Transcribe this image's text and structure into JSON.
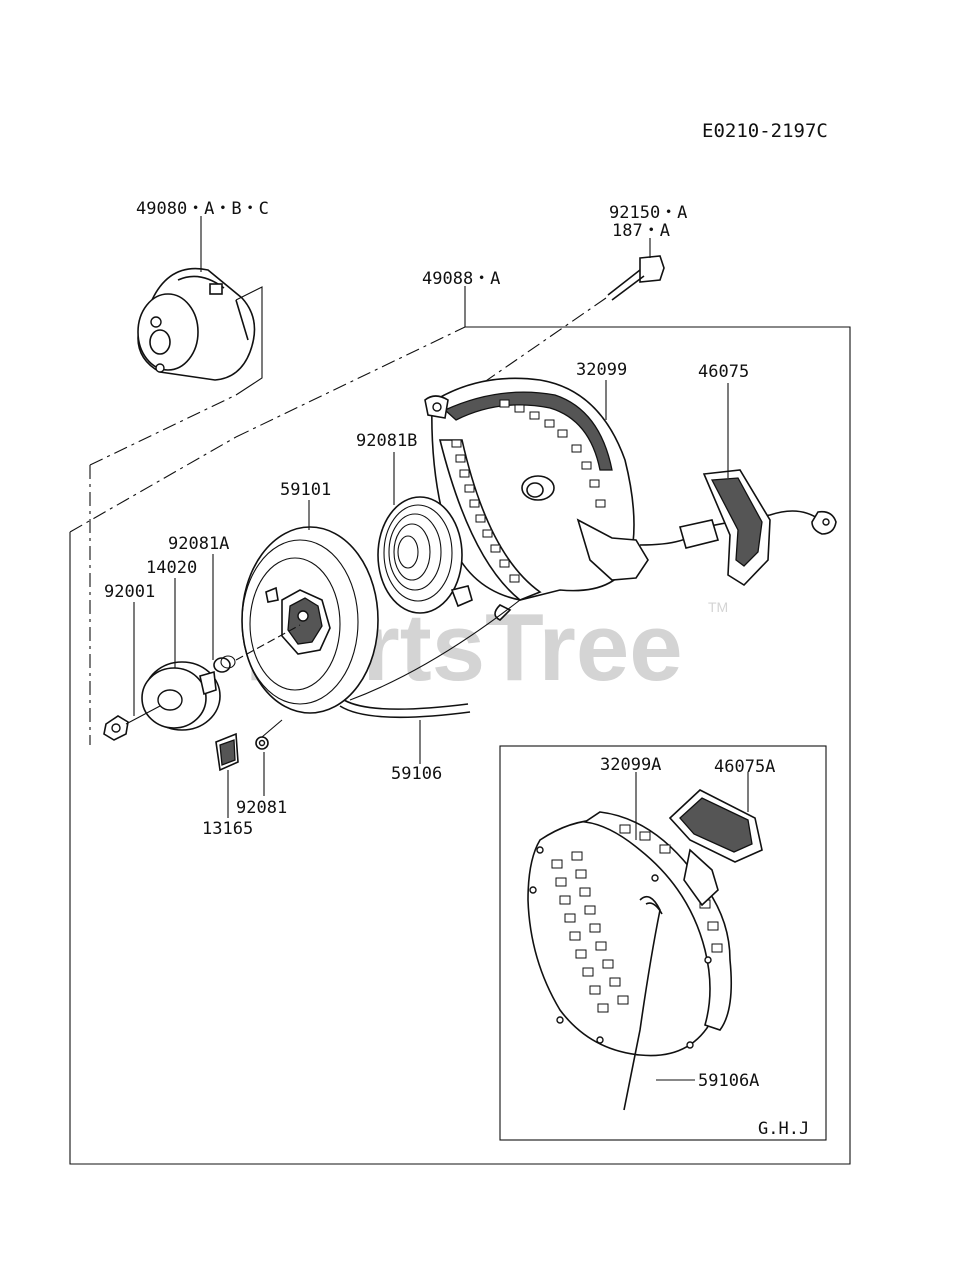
{
  "diagram": {
    "code": "E0210-2197C",
    "watermark": "PartsTree",
    "trademark": "TM",
    "inset_tag": "G.H.J",
    "labels": {
      "p49080": "49080・A・B・C",
      "p92150": "92150・A",
      "p187": "187・A",
      "p49088": "49088・A",
      "p32099": "32099",
      "p46075": "46075",
      "p92081B": "92081B",
      "p59101": "59101",
      "p92081A": "92081A",
      "p14020": "14020",
      "p92001": "92001",
      "p59106": "59106",
      "p92081": "92081",
      "p13165": "13165",
      "p32099A": "32099A",
      "p46075A": "46075A",
      "p59106A": "59106A"
    }
  }
}
